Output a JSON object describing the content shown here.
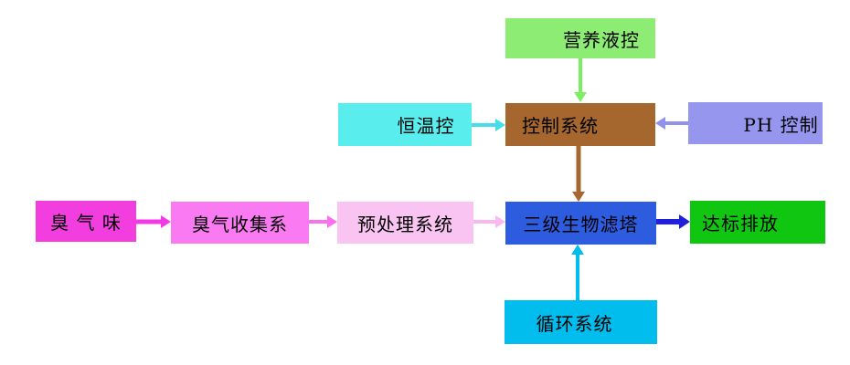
{
  "page": {
    "background": "#ffffff",
    "description_type": "process-flow-diagram"
  },
  "nodes": [
    {
      "id": "nutrient",
      "label": "营养液控",
      "bg": "#8DEC74",
      "text_color": "#000000"
    },
    {
      "id": "thermostat",
      "label": "恒温控",
      "bg": "#5AEDED",
      "text_color": "#000000"
    },
    {
      "id": "control",
      "label": "控制系统",
      "bg": "#A5672E",
      "text_color": "#000000"
    },
    {
      "id": "ph",
      "label": "PH 控制",
      "bg": "#9696EF",
      "text_color": "#000000"
    },
    {
      "id": "odor",
      "label": "臭 气 味",
      "bg": "#F23EDE",
      "text_color": "#000000"
    },
    {
      "id": "collect",
      "label": "臭气收集系",
      "bg": "#FA7AF2",
      "text_color": "#000000"
    },
    {
      "id": "pretreat",
      "label": "预处理系统",
      "bg": "#FAC4F2",
      "text_color": "#000000"
    },
    {
      "id": "biofilter",
      "label": "三级生物滤塔",
      "bg": "#2E5CDE",
      "text_color": "#000000"
    },
    {
      "id": "discharge",
      "label": "达标排放",
      "bg": "#11C611",
      "text_color": "#000000"
    },
    {
      "id": "circulation",
      "label": "循环系统",
      "bg": "#00BDEE",
      "text_color": "#000000"
    }
  ],
  "edges": [
    {
      "from": "nutrient",
      "to": "control",
      "direction": "down",
      "color": "#7DED62"
    },
    {
      "from": "thermostat",
      "to": "control",
      "direction": "right",
      "color": "#44DDE9"
    },
    {
      "from": "ph",
      "to": "control",
      "direction": "left",
      "color": "#9191EE"
    },
    {
      "from": "control",
      "to": "biofilter",
      "direction": "down",
      "color": "#A5672E"
    },
    {
      "from": "odor",
      "to": "collect",
      "direction": "right",
      "color": "#F438E6"
    },
    {
      "from": "collect",
      "to": "pretreat",
      "direction": "right",
      "color": "#FA70EE"
    },
    {
      "from": "pretreat",
      "to": "biofilter",
      "direction": "right",
      "color": "#FAB8F0"
    },
    {
      "from": "biofilter",
      "to": "discharge",
      "direction": "right",
      "color": "#2020DC"
    },
    {
      "from": "circulation",
      "to": "biofilter",
      "direction": "up",
      "color": "#00BDEE"
    }
  ]
}
